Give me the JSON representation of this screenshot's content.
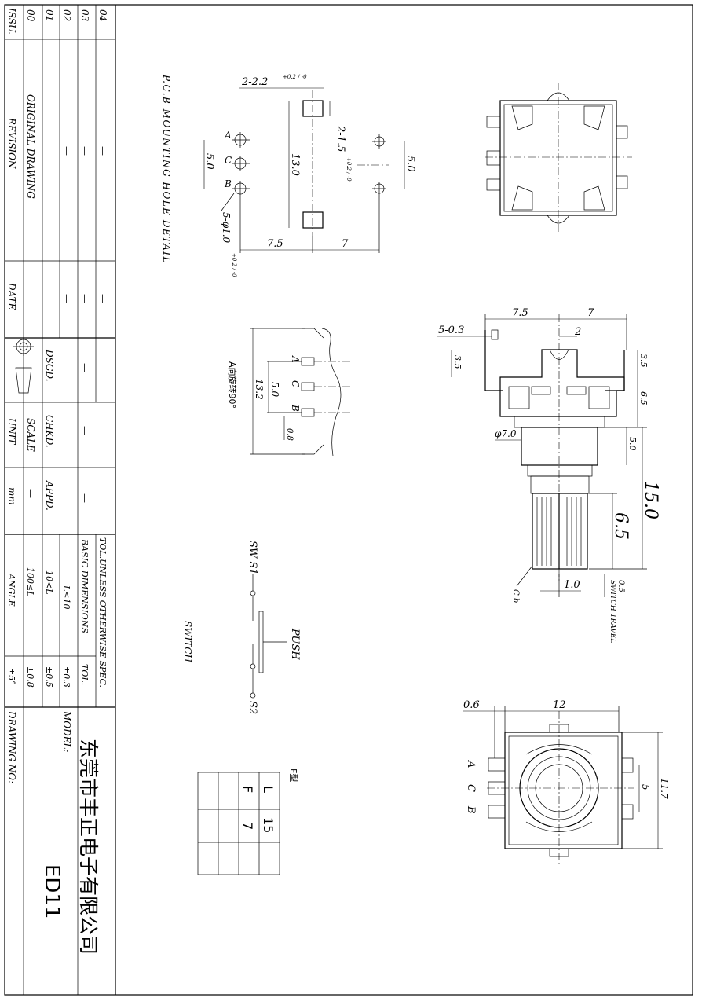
{
  "title_block": {
    "company": "东莞市丰正电子有限公司",
    "model_label": "MODEL:",
    "model": "ED11",
    "drawing_no_label": "DRAWING NO:",
    "tol_header": "TOL.UNLESS OTHERWISE SPEC.",
    "basic_dim_label": "BASIC DIMENSIONS",
    "tol_label": "TOL.",
    "tol_rows": [
      {
        "range": "L≤10",
        "tol": "±0.3"
      },
      {
        "range": "10<L",
        "tol": "±0.5"
      },
      {
        "range": "100≤L",
        "tol": "±0.8"
      },
      {
        "range": "ANGLE",
        "tol": "±5°"
      }
    ],
    "issu_header": "ISSU.",
    "revision_header": "REVISION",
    "date_header": "DATE",
    "revisions": [
      {
        "no": "04",
        "desc": "—",
        "date": "—"
      },
      {
        "no": "03",
        "desc": "—",
        "date": "—"
      },
      {
        "no": "02",
        "desc": "—",
        "date": "—"
      },
      {
        "no": "01",
        "desc": "—",
        "date": "—"
      },
      {
        "no": "00",
        "desc": "ORIGINAL DRAWING",
        "date": "—"
      }
    ],
    "sig_labels": [
      "DSGD.",
      "CHKD.",
      "APPD."
    ],
    "sig_values": [
      "—",
      "—",
      "—"
    ],
    "scale_label": "SCALE",
    "scale_value": "—",
    "unit_label": "UNIT",
    "unit_value": "mm"
  },
  "pcb_detail": {
    "title": "P.C.B MOUNTING HOLE DETAIL",
    "dim_slot": "2-2.2",
    "dim_slot_tol": "+0.2 / -0",
    "dim_slot_w": "2-1.5",
    "dim_slot_w_tol": "+0.2 / -0",
    "dim_13": "13.0",
    "dim_5_left": "5.0",
    "dim_5_right": "5.0",
    "dim_75": "7.5",
    "dim_7": "7",
    "holes": "5-φ1.0",
    "holes_tol": "+0.2 / -0",
    "pin_a": "A",
    "pin_b": "B",
    "pin_c": "C"
  },
  "terminal_view": {
    "note": "A向旋转90°",
    "dim_132": "13.2",
    "dim_50": "5.0",
    "dim_08": "0.8",
    "pin_a": "A",
    "pin_b": "B",
    "pin_c": "C"
  },
  "switch": {
    "title": "SWITCH",
    "sw_label": "SW S1",
    "s2_label": "S2",
    "push_label": "PUSH"
  },
  "table_f": {
    "title": "F型",
    "rows": [
      [
        "L",
        "15"
      ],
      [
        "F",
        "7"
      ]
    ]
  },
  "side_view": {
    "dim_75": "7.5",
    "dim_7": "7",
    "dim_2": "2",
    "dim_5_03": "5-0.3",
    "dim_35_left": "3.5",
    "dim_35_right": "3.5",
    "dim_65": "6.5",
    "dim_50": "5.0",
    "dim_phi7": "φ7.0",
    "dim_150": "15.0",
    "dim_65_big": "6.5",
    "dim_10": "1.0",
    "dim_05": "0.5",
    "switch_travel": "SWITCH TRAVEL",
    "cb": "C b"
  },
  "bottom_view": {
    "dim_06": "0.6",
    "dim_12": "12",
    "dim_117": "11.7",
    "dim_5": "5",
    "pin_a": "A",
    "pin_b": "B",
    "pin_c": "C"
  }
}
